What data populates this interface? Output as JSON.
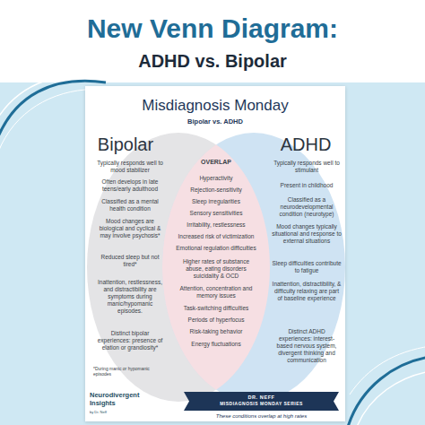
{
  "diagram": {
    "title": "New Venn Diagram:",
    "nodes": [
      {
        "text": [
          "Misdiagnosis Monday",
          "Bipolar vs. ADHD"
        ]
      },
      {
        "text": [
          "Bipolar",
          "Typically responds well to mood stabilizer",
          "Often develops in late teens/early adulthood",
          "Classified as a mental health condition",
          "Mood changes are biological and cyclical & may involve psychosis*",
          "Reduced sleep but not tired*",
          "Inattention, restlessness, and distractibility are symptoms during manic/hypomanic episodes.",
          "Distinct bipolar experiences: presence of elation or grandiosity*"
        ],
        "in": 0
      },
      {
        "text": [
          "ADHD",
          "Typically responds well to stimulant",
          "Present in childhood",
          "Classified as a neurodevelopmental condition (neurotype)",
          "Mood changes typically situational and response to external situations",
          "Sleep difficulties contribute to fatigue",
          "Inattention, distractibility, & difficulty relaxing are part of baseline experience",
          "Distinct ADHD experiences: interest-based nervous system, divergent thinking and communication"
        ],
        "in": 0
      },
      {
        "text": [
          "OVERLAP",
          "Hyperactivity",
          "Rejection-sensitivity",
          "Sleep irregularities",
          "Sensory sensitivities",
          "Irritability, restlessness",
          "Increased risk of victimization",
          "Emotional regulation difficulties",
          "Higher rates of substance abuse, eating disorders suicidality & OCD",
          "Attention, concentration and memory issues",
          "Task-switching difficulties",
          "Periods of hyperfocus",
          "Risk-taking behavior",
          "Energy fluctuations"
        ],
        "in": 0
      },
      {
        "text": [
          "DR. NEFF",
          "MISDIAGNOSIS MONDAY SERIES"
        ],
        "in": 0
      }
    ],
    "labels": [
      "ADHD vs. Bipolar",
      "*During manic or hypomanic episodes",
      "These conditions overlap at high rates",
      "Neurodivergent Insights",
      "by Dr. Neff"
    ]
  }
}
